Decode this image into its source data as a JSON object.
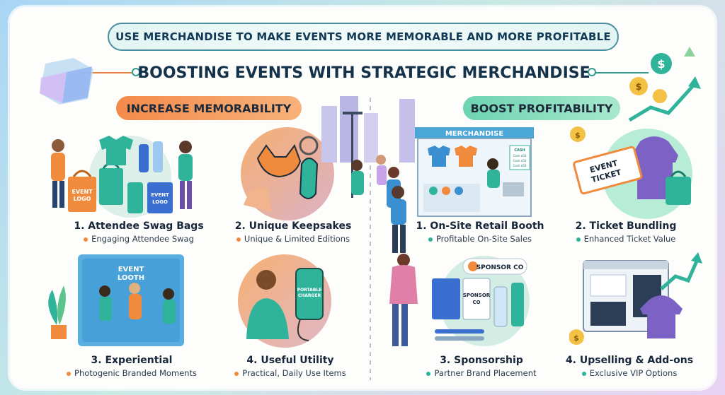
{
  "banner": "USE MERCHANDISE TO MAKE EVENTS MORE MEMORABLE AND MORE PROFITABLE",
  "main_title": "BOOSTING EVENTS WITH STRATEGIC MERCHANDISE",
  "sections": {
    "left": "INCREASE MEMORABILITY",
    "right": "BOOST PROFITABILITY"
  },
  "cards": [
    {
      "title": "1. Attendee Swag Bags",
      "subtitle": "Engaging Attendee Swag",
      "accent": "orange"
    },
    {
      "title": "2. Unique Keepsakes",
      "subtitle": "Unique & Limited Editions",
      "accent": "orange"
    },
    {
      "title": "1. On-Site Retail Booth",
      "subtitle": "Profitable On-Site Sales",
      "accent": "teal"
    },
    {
      "title": "2. Ticket Bundling",
      "subtitle": "Enhanced Ticket Value",
      "accent": "teal"
    },
    {
      "title": "3. Experiential",
      "subtitle": "Photogenic Branded Moments",
      "accent": "orange"
    },
    {
      "title": "4. Useful Utility",
      "subtitle": "Practical, Daily Use Items",
      "accent": "orange"
    },
    {
      "title": "3. Sponsorship",
      "subtitle": "Partner Brand Placement",
      "accent": "teal"
    },
    {
      "title": "4. Upselling & Add-ons",
      "subtitle": "Exclusive VIP Options",
      "accent": "teal"
    }
  ],
  "illustration_text": {
    "bag_logo_1": "EVENT",
    "bag_logo_2": "LOGO",
    "booth_sign": "MERCHANDISE",
    "cash_label": "CASH",
    "cash_line": "Cash $50",
    "ticket_1": "EVENT",
    "ticket_2": "TICKET",
    "booth_photo_1": "EVENT",
    "booth_photo_2": "LOOTH",
    "charger_1": "PORTABLE",
    "charger_2": "CHARGER",
    "sponsor_badge": "SPONSOR CO",
    "sponsor_notebook_1": "SPONSOR",
    "sponsor_notebook_2": "CO",
    "dollar": "$"
  },
  "colors": {
    "orange": "#f08a3c",
    "teal": "#2fb39a",
    "navy": "#15324b"
  }
}
